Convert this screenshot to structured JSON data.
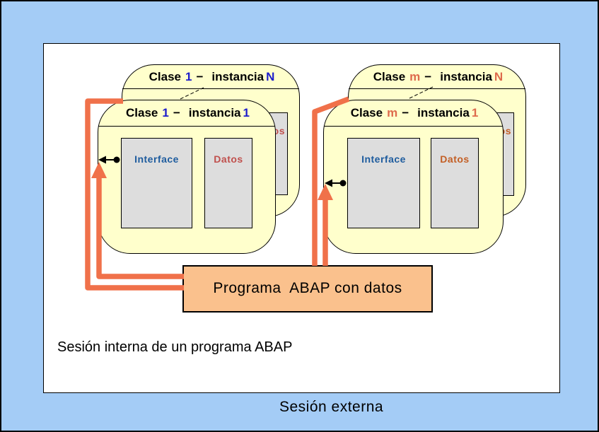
{
  "colors": {
    "background_blue": "#A4CCF6",
    "card_yellow": "#FFFFCC",
    "box_gray": "#DDDDDD",
    "program_peach": "#FAC18D",
    "arrow_orange": "#F0714A",
    "accent_blue": "#1C1CCB",
    "accent_orange": "#DE6A4C",
    "interface_blue": "#1E5C9E",
    "datos_red": "#C0504D",
    "datos_orange": "#C35F25",
    "text_black": "#000000"
  },
  "cards": [
    {
      "class_word": "Clase",
      "class_num": "1",
      "dash": "−",
      "instance_word": "instancia",
      "instance_num": "N",
      "partial_datos": "os"
    },
    {
      "class_word": "Clase",
      "class_num": "1",
      "dash": "−",
      "instance_word": "instancia",
      "instance_num": "1",
      "interface_label": "Interface",
      "datos_label": "Datos"
    },
    {
      "class_word": "Clase",
      "class_num": "m",
      "dash": "−",
      "instance_word": "instancia",
      "instance_num": "N",
      "partial_datos": "os"
    },
    {
      "class_word": "Clase",
      "class_num": "m",
      "dash": "−",
      "instance_word": "instancia",
      "instance_num": "1",
      "interface_label": "Interface",
      "datos_label": "Datos"
    }
  ],
  "program_box": {
    "label": "Programa  ABAP con datos"
  },
  "labels": {
    "inner_session": "Sesión interna de un programa ABAP",
    "outer_session": "Sesión externa"
  }
}
